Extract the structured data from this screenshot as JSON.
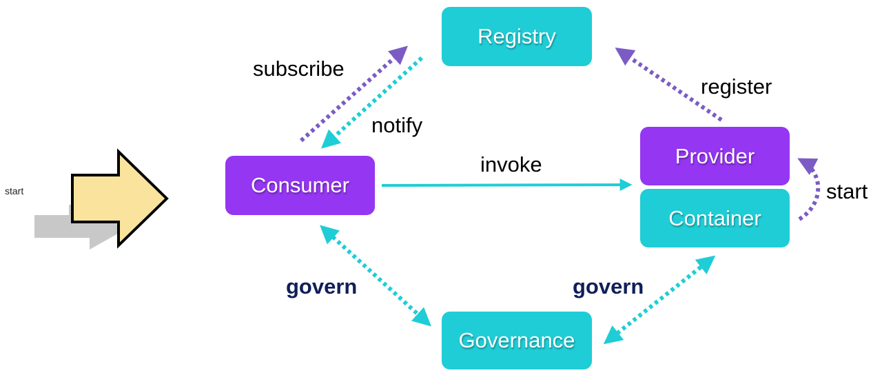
{
  "nodes": {
    "registry": "Registry",
    "consumer": "Consumer",
    "provider": "Provider",
    "container": "Container",
    "governance": "Governance"
  },
  "edges": {
    "subscribe": "subscribe",
    "notify": "notify",
    "register": "register",
    "invoke": "invoke",
    "start_container": "start",
    "govern_consumer": "govern",
    "govern_container": "govern"
  },
  "start_marker": {
    "label": "start",
    "icon": "block-arrow-icon"
  },
  "colors": {
    "teal": "#1fcdd6",
    "purple": "#9536f2",
    "dotted_purple": "#7b5cc4",
    "govern_text": "#0f1f59",
    "arrow_fill": "#f9e39d",
    "arrow_shadow": "#c8c8c8"
  }
}
